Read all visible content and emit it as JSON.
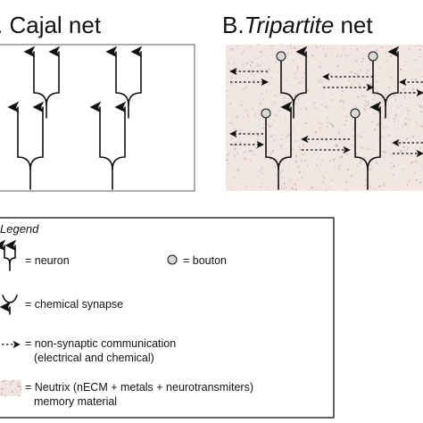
{
  "panel_a": {
    "title_prefix": ". ",
    "title": "Cajal net"
  },
  "panel_b": {
    "title_prefix": "B.",
    "title": "Tripartite",
    "title_suffix": " net"
  },
  "legend": {
    "heading": "Legend",
    "neuron": "= neuron",
    "bouton": "= bouton",
    "synapse": "= chemical synapse",
    "nonsyn_line1": "= non-synaptic communication",
    "nonsyn_line2": "(electrical and chemical)",
    "neutrix_line1": "= Neutrix (nECM + metals + neurotransmiters)",
    "neutrix_line2": "memory material"
  },
  "colors": {
    "neutrix_bg": "#f2e6e2",
    "speckle_a": "#c9a9a6",
    "speckle_b": "#a7b3c4"
  }
}
